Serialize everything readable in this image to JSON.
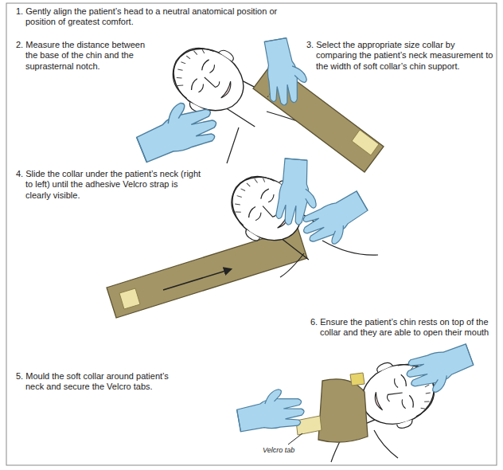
{
  "diagram": {
    "labels": [
      "1. Gently align the patient’s head to a neutral anatomical position or position of greatest comfort.",
      "2. Measure the distance between the base of the chin and the suprasternal notch.",
      "3. Select the appropriate size collar by comparing the patient’s neck measurement to the width of soft collar’s chin support.",
      "4. Slide the collar under the patient’s neck (right to left) until the adhesive Velcro strap is clearly visible.",
      "6. Ensure the patient’s chin rests on top of the collar and they are able to open their mouth",
      "5. Mould the soft collar around patient’s neck and secure the Velcro tabs.",
      "Velcro tab"
    ]
  }
}
